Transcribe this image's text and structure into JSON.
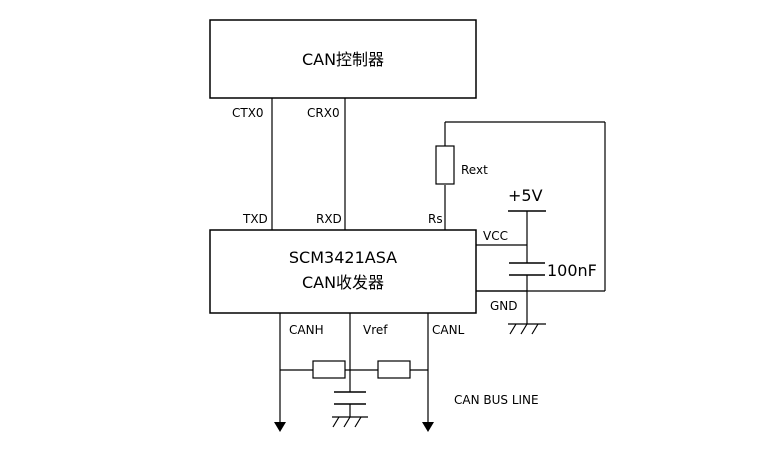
{
  "controller": {
    "label": "CAN控制器"
  },
  "transceiver": {
    "line1": "SCM3421ASA",
    "line2": "CAN收发器"
  },
  "pins": {
    "ctx0": "CTX0",
    "crx0": "CRX0",
    "txd": "TXD",
    "rxd": "RXD",
    "rs": "Rs",
    "vcc": "VCC",
    "gnd": "GND",
    "canh": "CANH",
    "vref": "Vref",
    "canl": "CANL"
  },
  "components": {
    "rext": "Rext",
    "supply": "+5V",
    "capacitor": "100nF"
  },
  "bus": {
    "label": "CAN BUS LINE"
  }
}
